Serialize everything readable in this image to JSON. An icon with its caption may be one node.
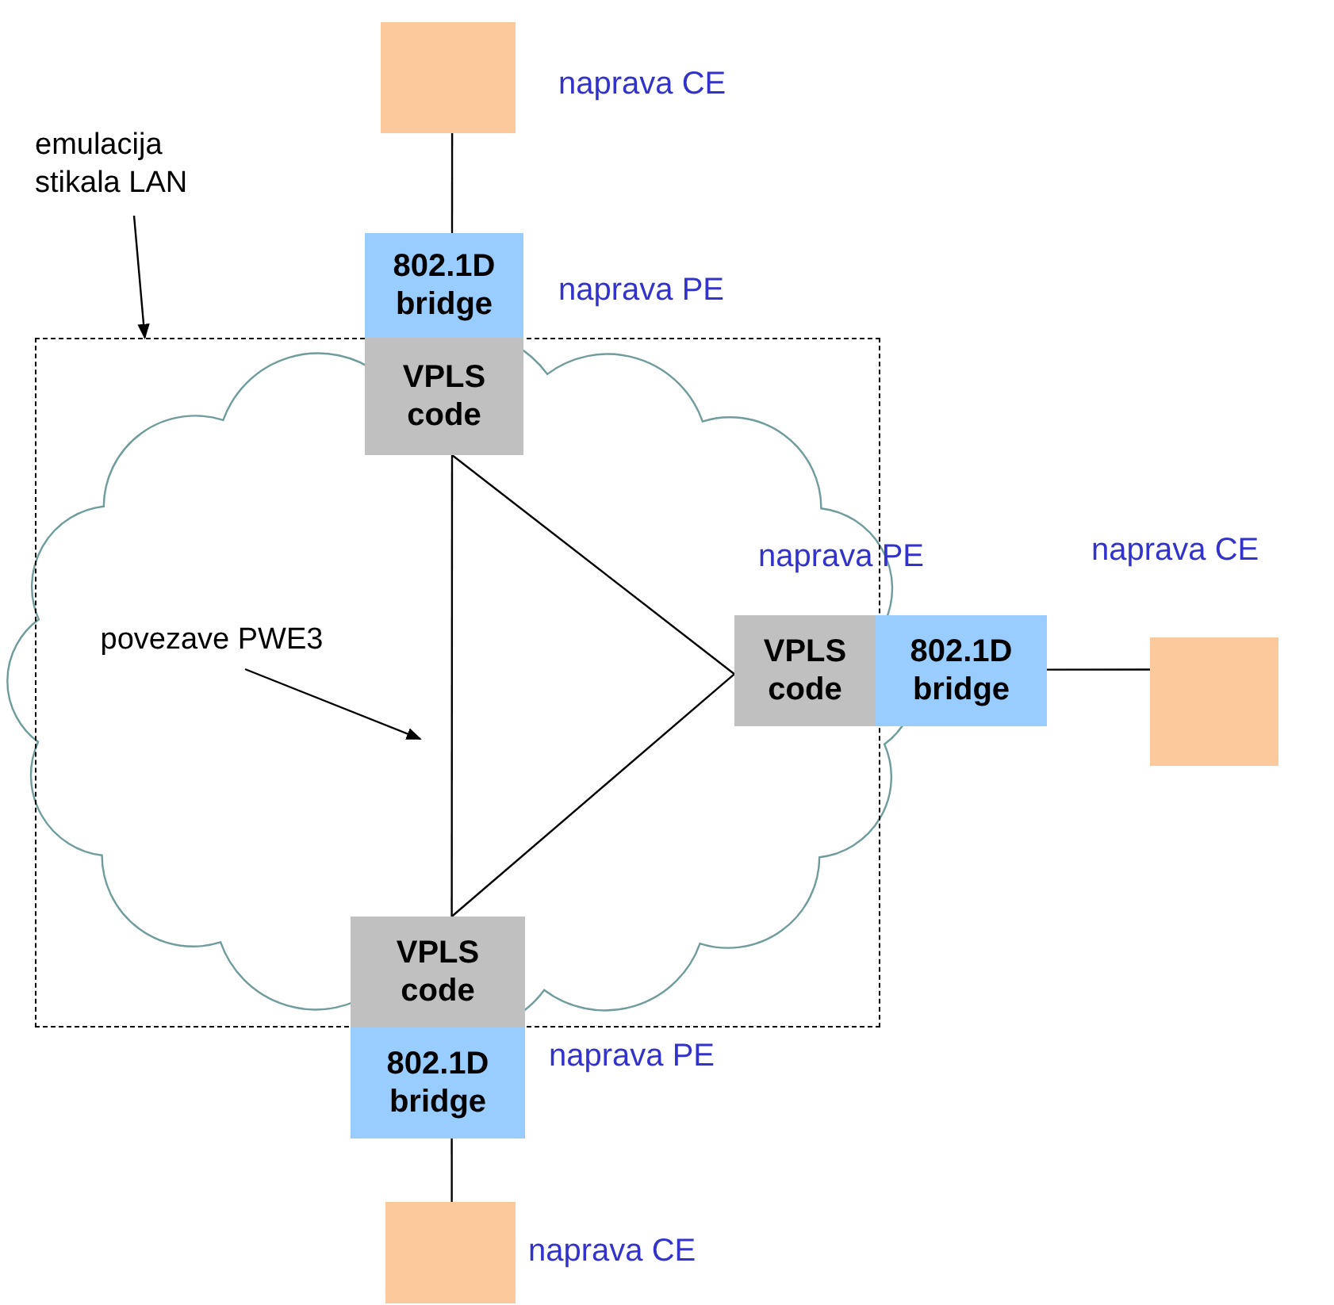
{
  "diagram": {
    "nodes": [
      {
        "text": [],
        "shape": "box",
        "beside": [
          "naprava CE"
        ]
      },
      {
        "text": [
          "emulacija stikala LAN"
        ]
      },
      {
        "text": [
          "802.1D bridge"
        ],
        "beside": [
          "naprava PE"
        ]
      },
      {
        "text": [],
        "shape": "box"
      },
      {
        "text": [
          "VPLS code"
        ],
        "in": 3
      },
      {
        "text": [
          "povezave PWE3"
        ],
        "in": 3
      },
      {
        "text": [
          "VPLS code"
        ],
        "in": 3
      },
      {
        "text": [
          "802.1D bridge"
        ],
        "beside": [
          "naprava PE"
        ]
      },
      {
        "text": [],
        "shape": "box",
        "beside": [
          "naprava CE"
        ]
      },
      {
        "text": [
          "VPLS code"
        ],
        "in": 3
      },
      {
        "text": [
          "802.1D bridge"
        ],
        "beside": [
          "naprava PE"
        ]
      },
      {
        "text": [],
        "shape": "box",
        "beside": [
          "naprava CE"
        ]
      }
    ],
    "edges": [
      {
        "from": 1,
        "to": 3,
        "arrow": "to"
      },
      {
        "from": 0,
        "to": 2,
        "arrow": "none"
      },
      {
        "from": 4,
        "to": 6,
        "arrow": "none"
      },
      {
        "from": 4,
        "to": 9,
        "arrow": "none"
      },
      {
        "from": 6,
        "to": 9,
        "arrow": "none"
      },
      {
        "from": 5,
        "to": null,
        "arrow": "to"
      },
      {
        "from": 7,
        "to": 8,
        "arrow": "none"
      },
      {
        "from": 10,
        "to": 11,
        "arrow": "none"
      }
    ]
  }
}
